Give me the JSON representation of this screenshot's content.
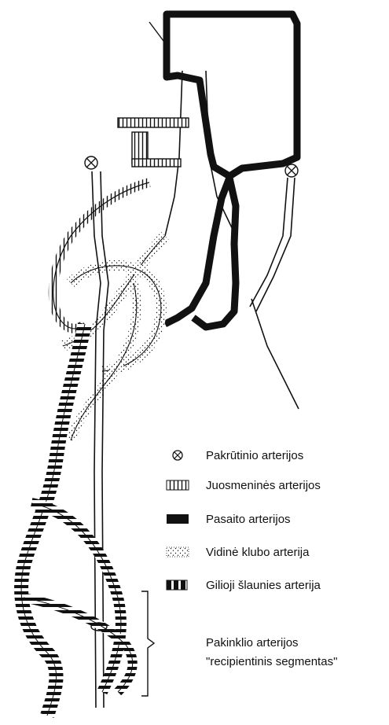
{
  "legend": {
    "items": [
      {
        "key": "thoracic",
        "icon": "circle-cross-icon",
        "label": "Pakrūtinio arterijos"
      },
      {
        "key": "lumbar",
        "icon": "vertical-hatch-icon",
        "label": "Juosmeninės arterijos"
      },
      {
        "key": "epigastric",
        "icon": "solid-black-icon",
        "label": "Pasaito arterijos"
      },
      {
        "key": "internal_iliac",
        "icon": "dotted-fill-icon",
        "label": "Vidinė klubo arterija"
      },
      {
        "key": "deep_femoral",
        "icon": "block-stripe-icon",
        "label": "Gilioji šlaunies arterija"
      }
    ]
  },
  "brace_label": {
    "line1": "Pakinklio arterijos",
    "line2": "\"recipientinis segmentas\""
  },
  "colors": {
    "ink": "#111111",
    "background": "#ffffff"
  }
}
